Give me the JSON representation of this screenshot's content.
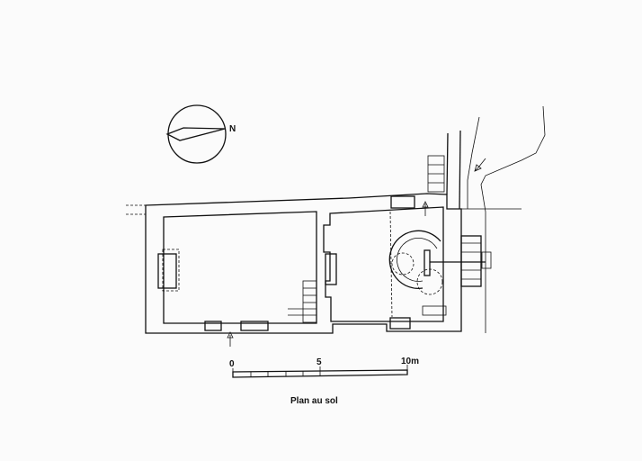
{
  "compass": {
    "north_label": "N"
  },
  "scale_bar": {
    "labels": [
      "0",
      "5",
      "10m"
    ]
  },
  "caption": "Plan au sol"
}
